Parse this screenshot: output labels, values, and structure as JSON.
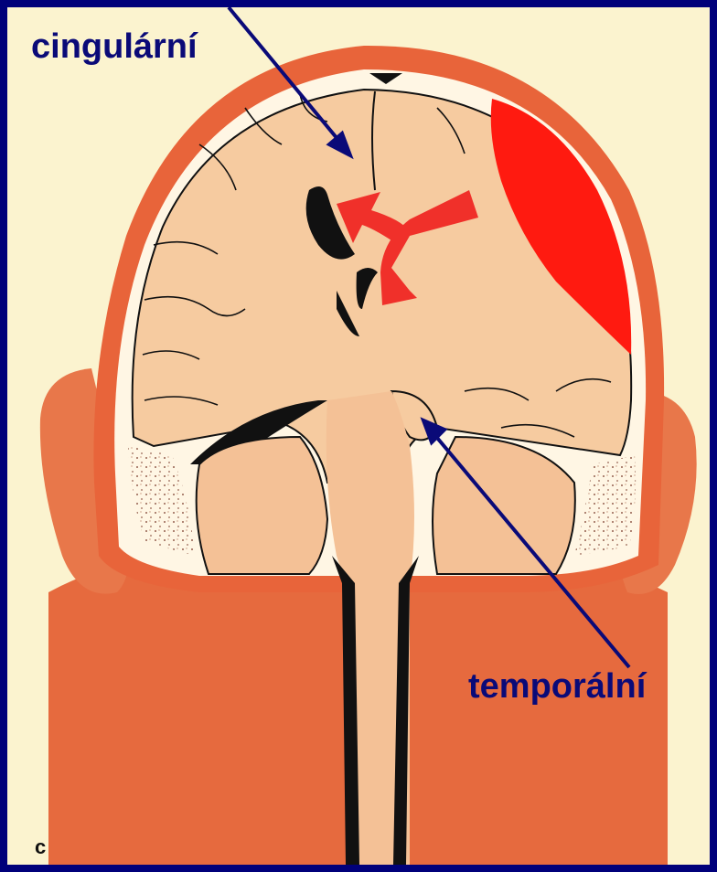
{
  "labels": {
    "cingulate": "cingulární",
    "temporal": "temporální",
    "panel": "c"
  },
  "colors": {
    "frame_border": "#00007a",
    "background": "#fbf3cf",
    "skin": "#e8643a",
    "brain": "#f6cba0",
    "hematoma": "#ff1a10",
    "herniation_arrows": "#f0302a",
    "pointer_arrows": "#0a0a78",
    "label_text": "#0a0a78"
  }
}
